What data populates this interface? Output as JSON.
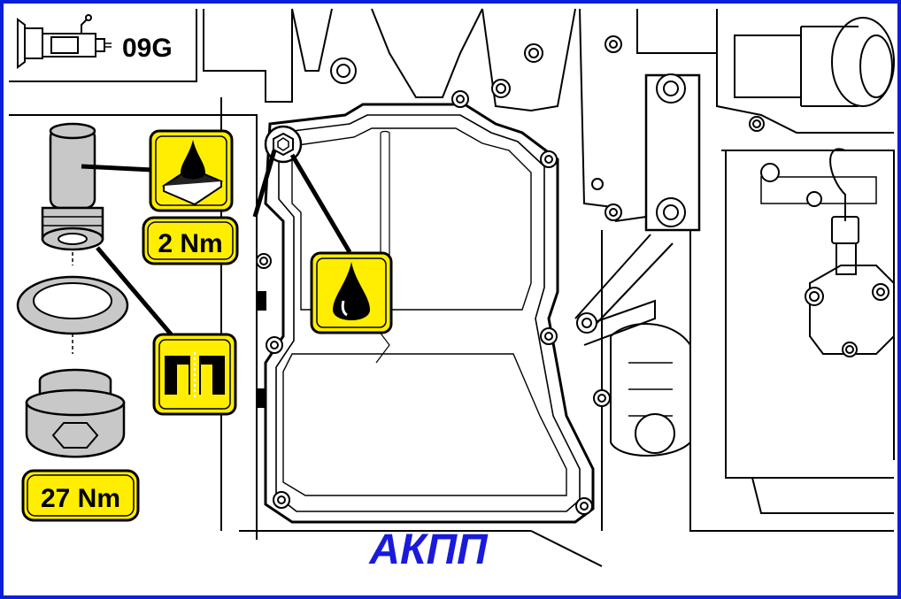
{
  "header": {
    "code": "09G"
  },
  "callouts": {
    "torque_plug_small": "2 Nm",
    "torque_drain_plug": "27 Nm"
  },
  "caption": {
    "text": "АКПП",
    "color": "#1a1adb"
  },
  "colors": {
    "frame": "#0b1fd6",
    "callout_fill": "#ffee00",
    "line": "#000000",
    "part_gray": "#c8c8c8"
  },
  "icons": {
    "fill_oil": "oil-drop-on-plate-icon",
    "oil": "oil-drop-icon",
    "seal": "seal-section-icon",
    "transmission": "transmission-gearbox-icon"
  }
}
